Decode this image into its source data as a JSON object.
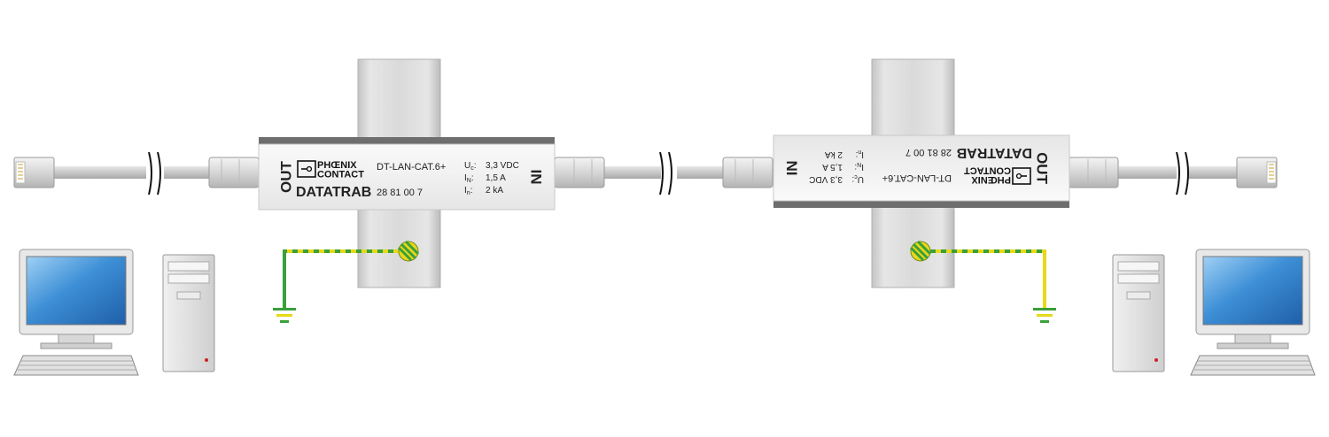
{
  "left_module": {
    "brand_line1": "PHŒNIX",
    "brand_line2": "CONTACT",
    "product_name": "DATATRAB",
    "model": "DT-LAN-CAT.6+",
    "order_number": "28 81 00 7",
    "specs": [
      {
        "symbol": "U",
        "sub": "c",
        "value": "3,3 VDC"
      },
      {
        "symbol": "I",
        "sub": "N",
        "value": "1,5 A"
      },
      {
        "symbol": "I",
        "sub": "n",
        "value": "2 kA"
      }
    ],
    "out_label": "OUT",
    "in_label": "IN"
  },
  "right_module": {
    "brand_line1": "PHŒNIX",
    "brand_line2": "CONTACT",
    "product_name": "DATATRAB",
    "model": "DT-LAN-CAT.6+",
    "order_number": "28 81 00 7",
    "specs": [
      {
        "symbol": "U",
        "sub": "c",
        "value": "3,3 VDC"
      },
      {
        "symbol": "I",
        "sub": "N",
        "value": "1,5 A"
      },
      {
        "symbol": "I",
        "sub": "n",
        "value": "2 kA"
      }
    ],
    "out_label": "OUT",
    "in_label": "IN"
  },
  "colors": {
    "rail": "#dcdcdc",
    "module_face": "#f2f2f2",
    "module_top": "#6e6e6e",
    "cable": "#c9c9c9",
    "ground_yellow": "#e8d818",
    "ground_green": "#3aa03a",
    "monitor_screen": "#3d8fd6"
  },
  "icons": [
    "rj45-plug-icon",
    "cable-break-icon",
    "ground-symbol-icon",
    "pc-monitor-icon",
    "pc-tower-icon",
    "keyboard-icon"
  ]
}
